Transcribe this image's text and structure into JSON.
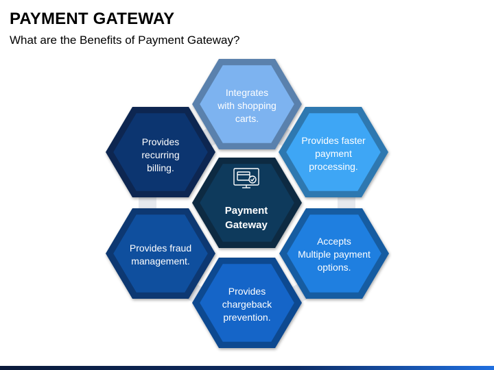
{
  "header": {
    "title": "PAYMENT GATEWAY",
    "subtitle": "What are the Benefits of Payment Gateway?"
  },
  "center": {
    "label": "Payment\nGateway",
    "icon": "monitor-card-icon",
    "color": "#0e3a5c"
  },
  "benefits": [
    {
      "id": "shopping-carts",
      "text": "Integrates\nwith shopping\ncarts.",
      "color": "#7db3f0"
    },
    {
      "id": "faster-processing",
      "text": "Provides faster\npayment\nprocessing.",
      "color": "#3ea6f5"
    },
    {
      "id": "multiple-options",
      "text": "Accepts\nMultiple payment\noptions.",
      "color": "#1f7fe0"
    },
    {
      "id": "chargeback",
      "text": "Provides\nchargeback\nprevention.",
      "color": "#1565c8"
    },
    {
      "id": "fraud",
      "text": "Provides fraud\nmanagement.",
      "color": "#0f4f9e"
    },
    {
      "id": "recurring",
      "text": "Provides\nrecurring\nbilling.",
      "color": "#0c3570"
    }
  ]
}
